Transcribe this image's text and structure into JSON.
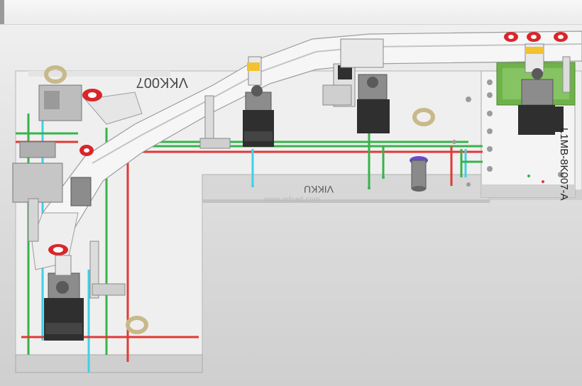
{
  "scene": {
    "part_label": "L1MB-8K007-A",
    "engraved_text": "VKK007",
    "base_marking": "VIKKU",
    "watermark": "www.mfcad.com"
  },
  "colors": {
    "base_plate": "#efefef",
    "base_side": "#cfcfcf",
    "rail": "#f6f6f6",
    "rail_edge": "#9c9c9c",
    "red_pin": "#d9262b",
    "green_line": "#37b34a",
    "red_line": "#e03a35",
    "cyan_line": "#3fd0e6",
    "clamp_dark": "#2f2f2f",
    "clamp_gray": "#8c8c8c",
    "gold_ring": "#c8b98a",
    "green_block": "#6fb24a",
    "yellow_band": "#f2c230",
    "purple_part": "#6b4bc8"
  }
}
